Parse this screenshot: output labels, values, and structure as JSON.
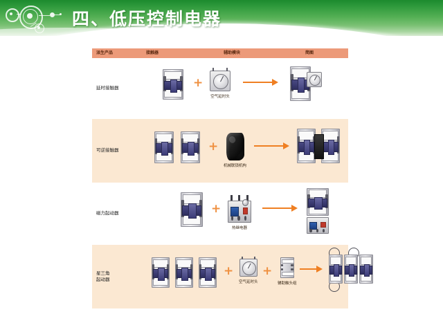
{
  "slide": {
    "banner_title": "四、低压控制电器",
    "banner_colors": {
      "green_dark": "#1c8a2e",
      "green_light": "#a8d6a0",
      "white": "#ffffff"
    },
    "accent_colors": {
      "header_row": "#ec9a79",
      "stripe_row": "#fbe8d2",
      "arrow": "#ef7f22",
      "plus": "#ef9040"
    }
  },
  "table": {
    "headers": [
      "派生产品",
      "接触器",
      "辅助模块",
      "简图"
    ],
    "rows": [
      {
        "label": "延时接触器",
        "base_count": 1,
        "modules": [
          {
            "type": "timer-head",
            "caption": "空气延时头"
          }
        ],
        "result": "delay-contactor-assembly",
        "stripe": false
      },
      {
        "label": "可逆接触器",
        "base_count": 2,
        "modules": [
          {
            "type": "interlock",
            "caption": "机械联锁机构"
          }
        ],
        "result": "reversing-contactor-assembly",
        "stripe": true
      },
      {
        "label": "磁力起动器",
        "base_count": 1,
        "modules": [
          {
            "type": "thermal-relay",
            "caption": "热继电器"
          }
        ],
        "result": "magnetic-starter-assembly",
        "stripe": false
      },
      {
        "label": "星三角\n起动器",
        "label_line1": "星三角",
        "label_line2": "起动器",
        "base_count": 3,
        "modules": [
          {
            "type": "timer-head",
            "caption": "空气延时头"
          },
          {
            "type": "aux-contact",
            "caption": "辅助触头组"
          }
        ],
        "result": "star-delta-starter-assembly",
        "stripe": true
      }
    ]
  },
  "symbols": {
    "plus": "+",
    "arrow": "→"
  }
}
